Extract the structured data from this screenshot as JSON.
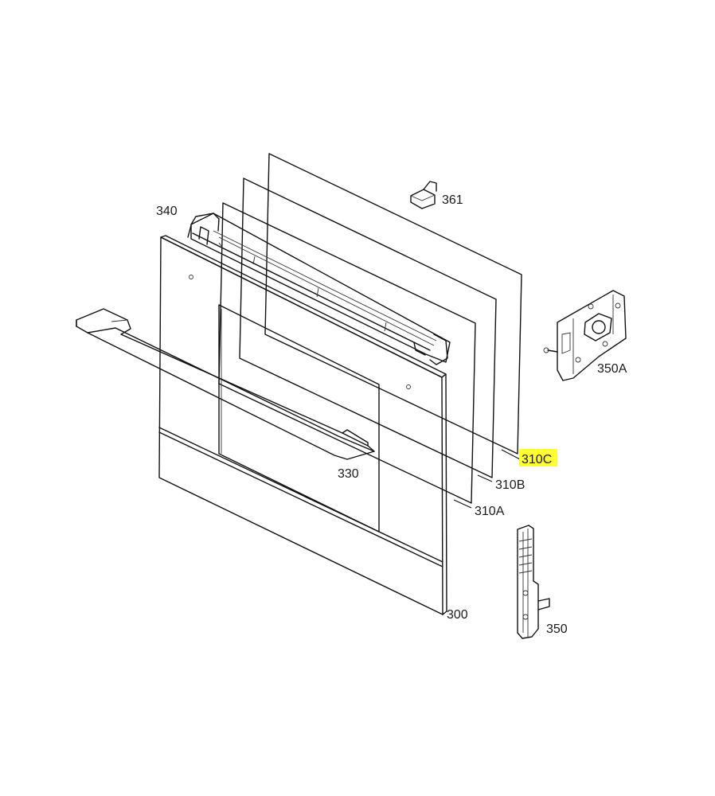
{
  "diagram": {
    "highlight_color": "#ffff33",
    "callouts": {
      "361": "361",
      "340": "340",
      "350A": "350A",
      "310C": "310C",
      "310B": "310B",
      "310A": "310A",
      "330": "330",
      "300": "300",
      "350": "350"
    },
    "highlighted_callout": "310C"
  }
}
